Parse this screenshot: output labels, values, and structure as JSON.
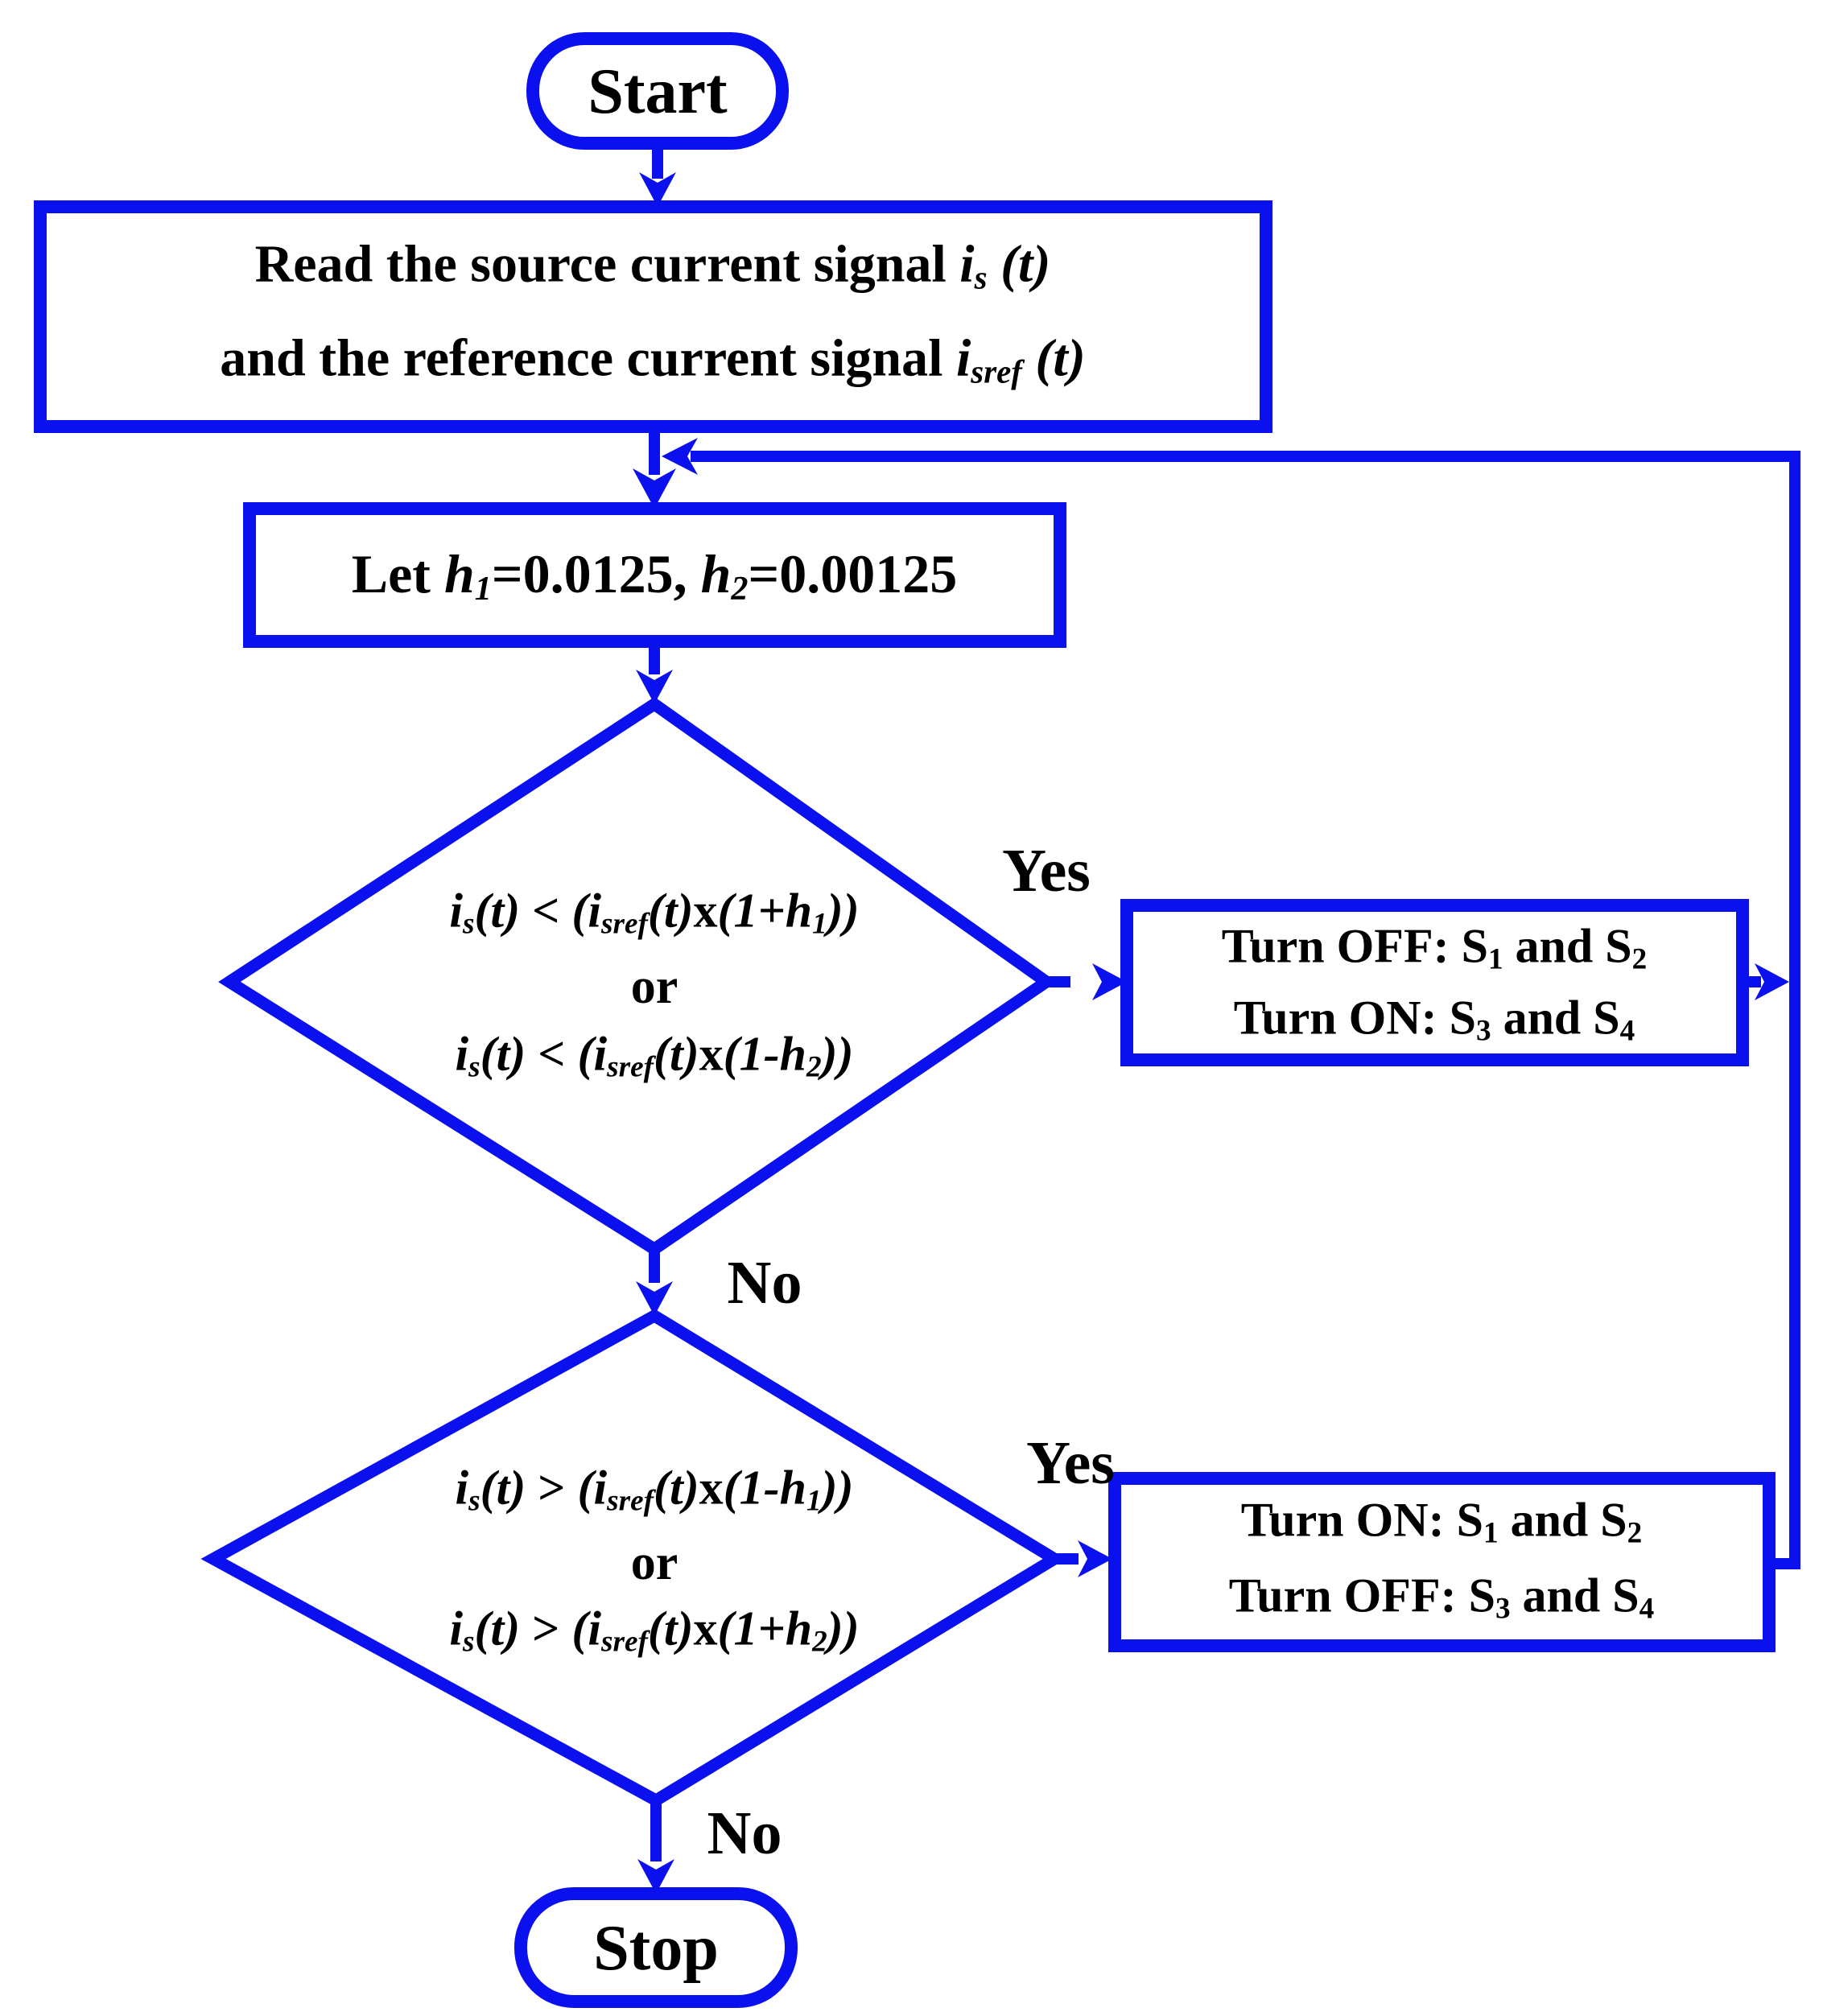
{
  "colors": {
    "line": "#0b10ee",
    "text": "#000000",
    "background": "#ffffff"
  },
  "nodes": {
    "start": {
      "label": "Start"
    },
    "read": {
      "line1": [
        {
          "t": "Read the source current signal "
        },
        {
          "t": "i",
          "s": "i"
        },
        {
          "t": "s",
          "s": "isub"
        },
        {
          "t": " "
        },
        {
          "t": "(t)",
          "s": "i"
        }
      ],
      "line2": [
        {
          "t": "and the reference current signal "
        },
        {
          "t": "i",
          "s": "i"
        },
        {
          "t": "sref",
          "s": "isub"
        },
        {
          "t": " "
        },
        {
          "t": "(t)",
          "s": "i"
        }
      ]
    },
    "let": {
      "line": [
        {
          "t": "Let "
        },
        {
          "t": "h",
          "s": "i"
        },
        {
          "t": "1",
          "s": "isub"
        },
        {
          "t": "=0.0125, "
        },
        {
          "t": "h",
          "s": "i"
        },
        {
          "t": "2",
          "s": "isub"
        },
        {
          "t": "=0.00125"
        }
      ]
    },
    "decision1": {
      "line1": [
        {
          "t": "i",
          "s": "i"
        },
        {
          "t": "s",
          "s": "isub"
        },
        {
          "t": "(t)",
          "s": "i"
        },
        {
          "t": " < "
        },
        {
          "t": "(",
          "s": "i"
        },
        {
          "t": "i",
          "s": "i"
        },
        {
          "t": "sref",
          "s": "isub"
        },
        {
          "t": "(t)",
          "s": "i"
        },
        {
          "t": "x"
        },
        {
          "t": "(1+",
          "s": "i"
        },
        {
          "t": "h",
          "s": "i"
        },
        {
          "t": "1",
          "s": "isub"
        },
        {
          "t": "))",
          "s": "i"
        }
      ],
      "or": "or",
      "line2": [
        {
          "t": "i",
          "s": "i"
        },
        {
          "t": "s",
          "s": "isub"
        },
        {
          "t": "(t)",
          "s": "i"
        },
        {
          "t": " < "
        },
        {
          "t": "(",
          "s": "i"
        },
        {
          "t": "i",
          "s": "i"
        },
        {
          "t": "sref",
          "s": "isub"
        },
        {
          "t": "(t)",
          "s": "i"
        },
        {
          "t": "x"
        },
        {
          "t": "(1-",
          "s": "i"
        },
        {
          "t": "h",
          "s": "i"
        },
        {
          "t": "2",
          "s": "isub"
        },
        {
          "t": "))",
          "s": "i"
        }
      ]
    },
    "action1": {
      "line1": [
        {
          "t": "Turn OFF: S"
        },
        {
          "t": "1",
          "s": "sub"
        },
        {
          "t": " and S"
        },
        {
          "t": "2",
          "s": "sub"
        }
      ],
      "line2": [
        {
          "t": "Turn ON: S"
        },
        {
          "t": "3",
          "s": "sub"
        },
        {
          "t": " and S"
        },
        {
          "t": "4",
          "s": "sub"
        }
      ]
    },
    "decision2": {
      "line1": [
        {
          "t": "i",
          "s": "i"
        },
        {
          "t": "s",
          "s": "isub"
        },
        {
          "t": "(t)",
          "s": "i"
        },
        {
          "t": " > "
        },
        {
          "t": "(",
          "s": "i"
        },
        {
          "t": "i",
          "s": "i"
        },
        {
          "t": "sref",
          "s": "isub"
        },
        {
          "t": "(t)",
          "s": "i"
        },
        {
          "t": "x"
        },
        {
          "t": "(1-",
          "s": "i"
        },
        {
          "t": "h",
          "s": "i"
        },
        {
          "t": "1",
          "s": "isub"
        },
        {
          "t": "))",
          "s": "i"
        }
      ],
      "or": "or",
      "line2": [
        {
          "t": "i",
          "s": "i"
        },
        {
          "t": "s",
          "s": "isub"
        },
        {
          "t": "(t)",
          "s": "i"
        },
        {
          "t": " > "
        },
        {
          "t": "(",
          "s": "i"
        },
        {
          "t": "i",
          "s": "i"
        },
        {
          "t": "sref",
          "s": "isub"
        },
        {
          "t": "(t)",
          "s": "i"
        },
        {
          "t": "x"
        },
        {
          "t": "(1+",
          "s": "i"
        },
        {
          "t": "h",
          "s": "i"
        },
        {
          "t": "2",
          "s": "isub"
        },
        {
          "t": "))",
          "s": "i"
        }
      ]
    },
    "action2": {
      "line1": [
        {
          "t": "Turn ON: S"
        },
        {
          "t": "1",
          "s": "sub"
        },
        {
          "t": " and S"
        },
        {
          "t": "2",
          "s": "sub"
        }
      ],
      "line2": [
        {
          "t": "Turn OFF: S"
        },
        {
          "t": "3",
          "s": "sub"
        },
        {
          "t": " and S"
        },
        {
          "t": "4",
          "s": "sub"
        }
      ]
    },
    "stop": {
      "label": "Stop"
    }
  },
  "edge_labels": {
    "yes1": "Yes",
    "no1": "No",
    "yes2": "Yes",
    "no2": "No"
  }
}
